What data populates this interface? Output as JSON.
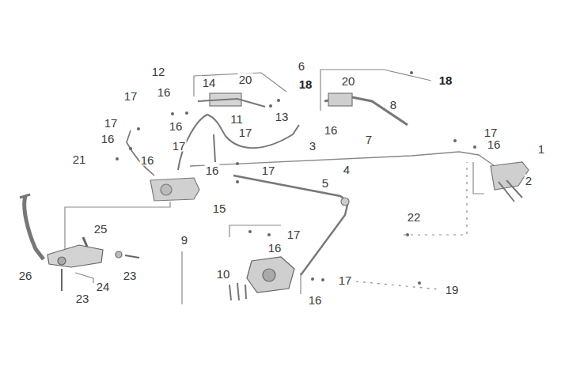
{
  "diagram": {
    "labels": [
      "12",
      "6",
      "20",
      "18",
      "20",
      "18",
      "14",
      "17",
      "16",
      "8",
      "11",
      "13",
      "17",
      "16",
      "17",
      "16",
      "7",
      "17",
      "16",
      "17",
      "3",
      "16",
      "1",
      "21",
      "16",
      "16",
      "17",
      "4",
      "2",
      "5",
      "15",
      "22",
      "25",
      "17",
      "9",
      "16",
      "23",
      "26",
      "10",
      "24",
      "17",
      "19",
      "16",
      "23"
    ]
  }
}
